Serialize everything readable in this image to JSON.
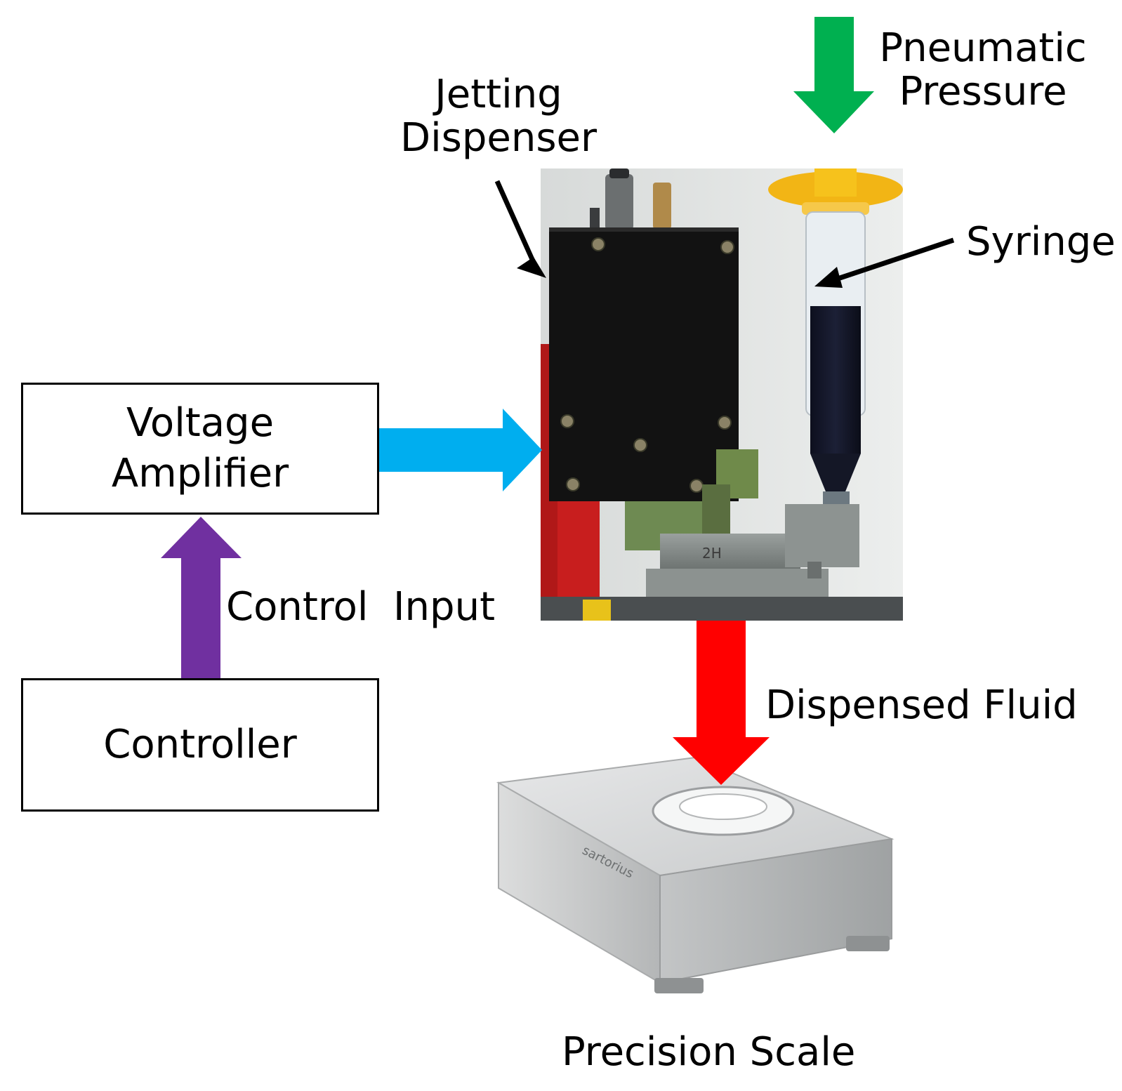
{
  "blocks": {
    "voltage_amplifier": [
      "Voltage",
      "Amplifier"
    ],
    "controller": "Controller"
  },
  "labels": {
    "jetting_dispenser": [
      "Jetting",
      "Dispenser"
    ],
    "pneumatic_pressure": [
      "Pneumatic",
      "Pressure"
    ],
    "syringe": "Syringe",
    "control_input": "Control  Input",
    "dispensed_fluid": "Dispensed Fluid",
    "precision_scale": "Precision Scale"
  },
  "scale_brand": "sartorius",
  "device_marking": "2H",
  "arrow_colors": {
    "voltage_to_dispenser": "#00aeef",
    "control_input": "#7030a0",
    "pneumatic_pressure": "#00b050",
    "dispensed_fluid": "#ff0000",
    "pointer": "#000000"
  }
}
